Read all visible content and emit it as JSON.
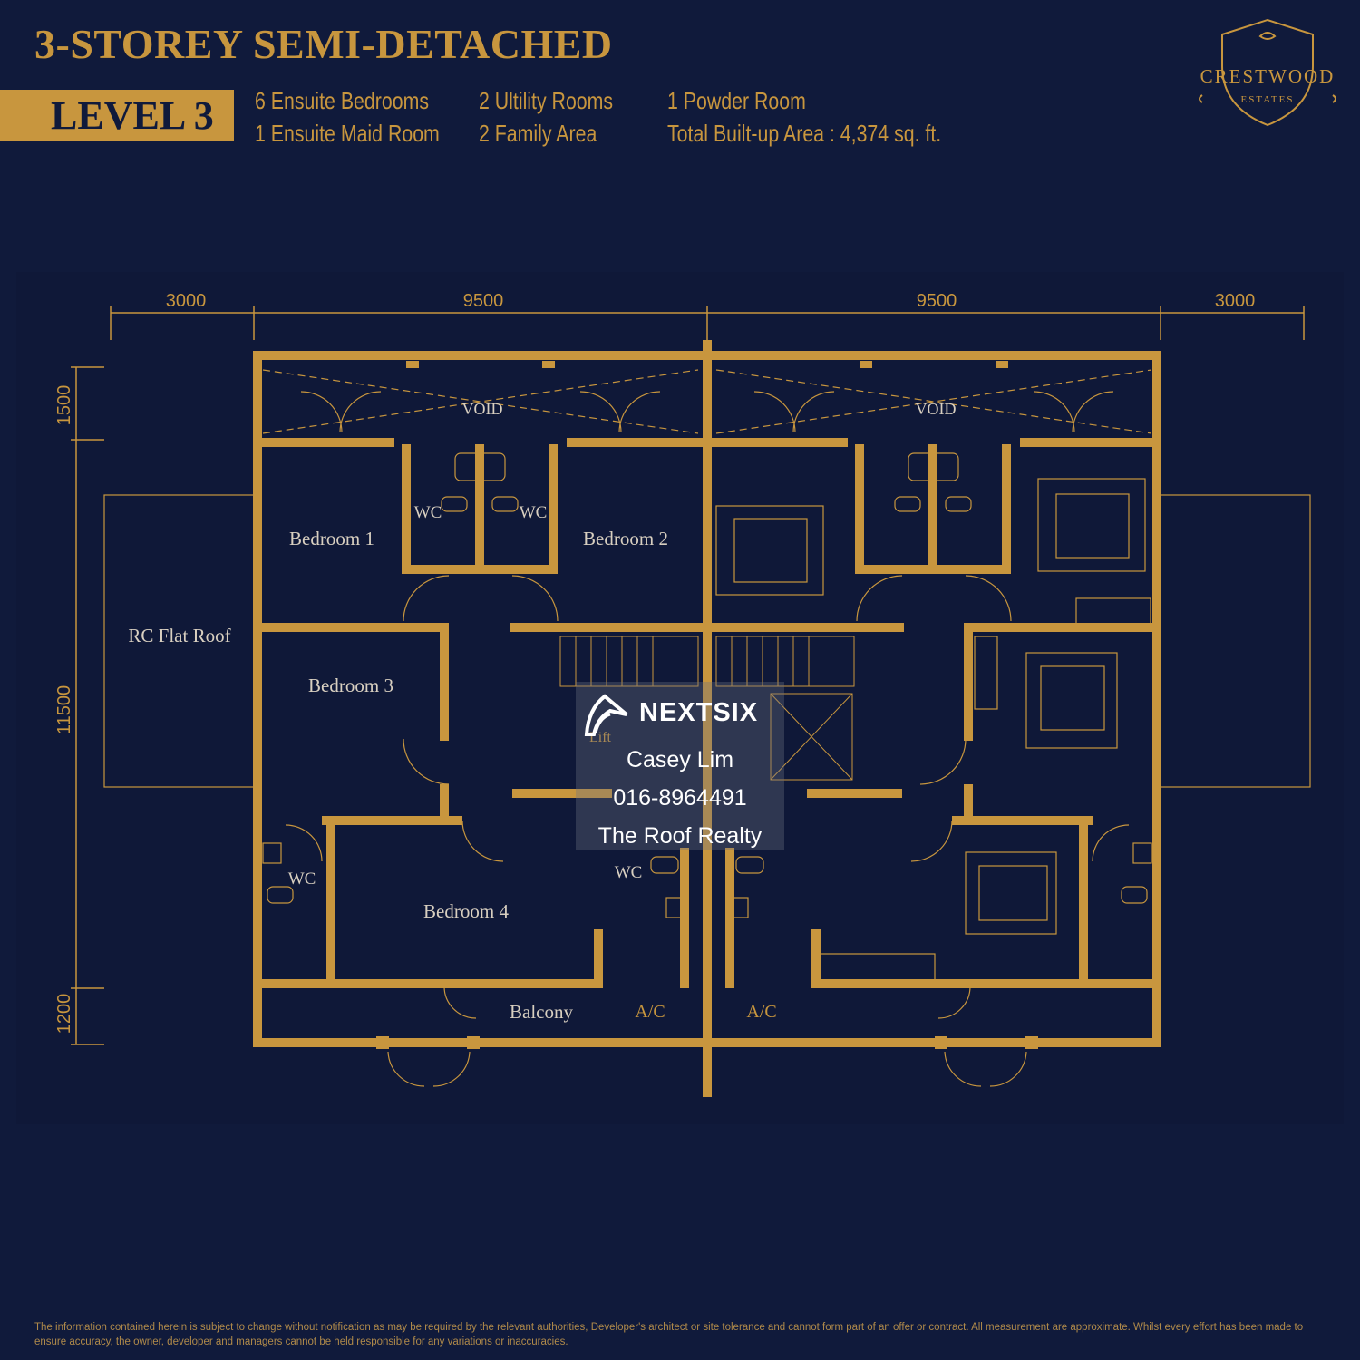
{
  "header": {
    "title": "3-STOREY SEMI-DETACHED",
    "level": "LEVEL 3",
    "specs": {
      "col1": [
        "6 Ensuite Bedrooms",
        "1 Ensuite Maid Room"
      ],
      "col2": [
        "2 Ultility Rooms",
        "2 Family Area"
      ],
      "col3": [
        "1 Powder Room",
        "Total Built-up Area : 4,374 sq. ft."
      ]
    }
  },
  "logo": {
    "name": "CRESTWOOD",
    "sub": "ESTATES",
    "icon": "crest-shield-icon"
  },
  "dimensions": {
    "top": [
      "3000",
      "9500",
      "9500",
      "3000"
    ],
    "left": [
      "1500",
      "11500",
      "1200"
    ]
  },
  "rooms": {
    "bedroom1": "Bedroom 1",
    "bedroom2": "Bedroom 2",
    "bedroom3": "Bedroom 3",
    "bedroom4": "Bedroom 4",
    "roof": "RC Flat Roof",
    "balcony": "Balcony",
    "void_left": "VOID",
    "void_right": "VOID",
    "wc_a": "WC",
    "wc_b": "WC",
    "wc_c": "WC",
    "wc_d": "WC",
    "ac_left": "A/C",
    "ac_right": "A/C",
    "lift": "Lift"
  },
  "watermark": {
    "brand": "NEXTSIX",
    "agent": "Casey Lim",
    "phone": "016-8964491",
    "agency": "The Roof Realty"
  },
  "disclaimer": "The information contained herein is subject to change without notification as may be required by the relevant authorities, Developer's architect or site tolerance and cannot form part of an offer or contract. All measurement are approximate. Whilst every effort has been made to ensure accuracy, the owner, developer and managers cannot be held responsible for any variations or inaccuracies.",
  "colors": {
    "background": "#101a3b",
    "gold": "#c8963e",
    "label": "#d8cfc0"
  }
}
